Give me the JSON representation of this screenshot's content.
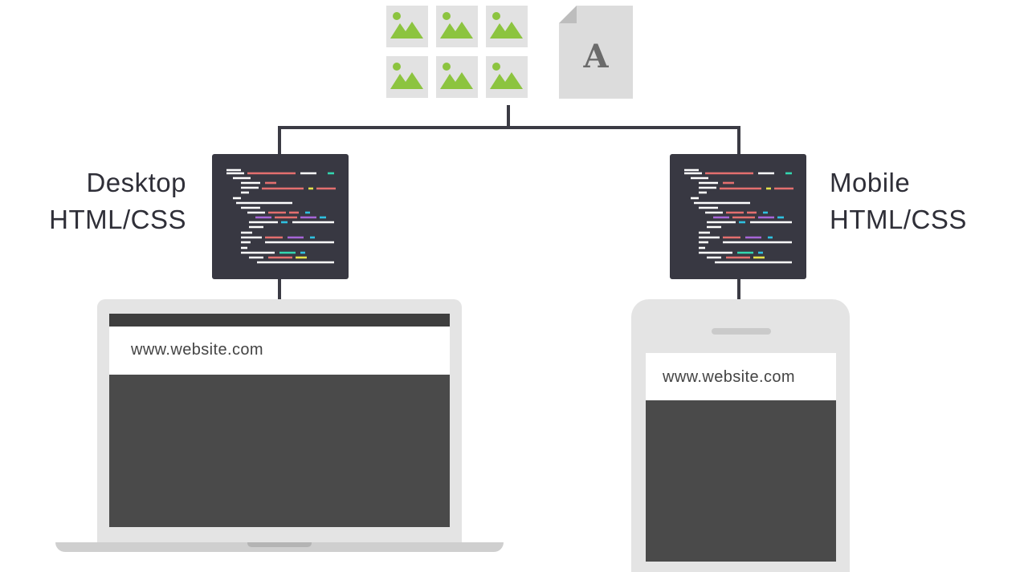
{
  "assets": {
    "image_count": 6,
    "font_file_letter": "A",
    "icon_names": [
      "image-icon",
      "font-file-icon",
      "code-icon"
    ]
  },
  "desktop": {
    "label_line1": "Desktop",
    "label_line2": "HTML/CSS",
    "url": "www.website.com"
  },
  "mobile": {
    "label_line1": "Mobile",
    "label_line2": "HTML/CSS",
    "url": "www.website.com"
  },
  "colors": {
    "image_green": "#8cc43f",
    "code_bg": "#383842",
    "connector": "#3b3b44",
    "device_frame": "#e4e4e4",
    "screen": "#4a4a4a"
  }
}
